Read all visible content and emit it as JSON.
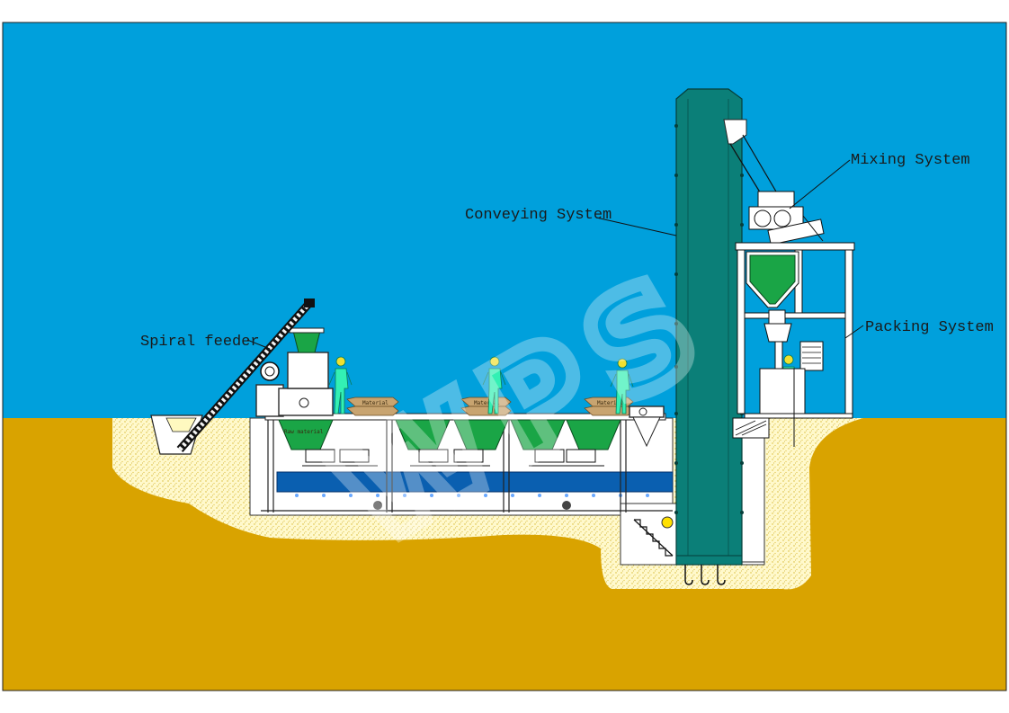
{
  "labels": {
    "spiral_feeder": "Spiral feeder",
    "conveying_system": "Conveying System",
    "mixing_system": "Mixing System",
    "packing_system": "Packing System"
  },
  "equipment_text": {
    "raw_material": "Raw material",
    "material": "Material"
  },
  "watermark": "WPS",
  "colors": {
    "sky": "#00a0dc",
    "ground": "#d9a300",
    "sand": "#fff8c8",
    "hopper": "#1aa546",
    "elevator": "#0b7f78",
    "conveyor": "#0a5fb0",
    "worker": "#33f0b4",
    "sign": "#c8a470"
  }
}
